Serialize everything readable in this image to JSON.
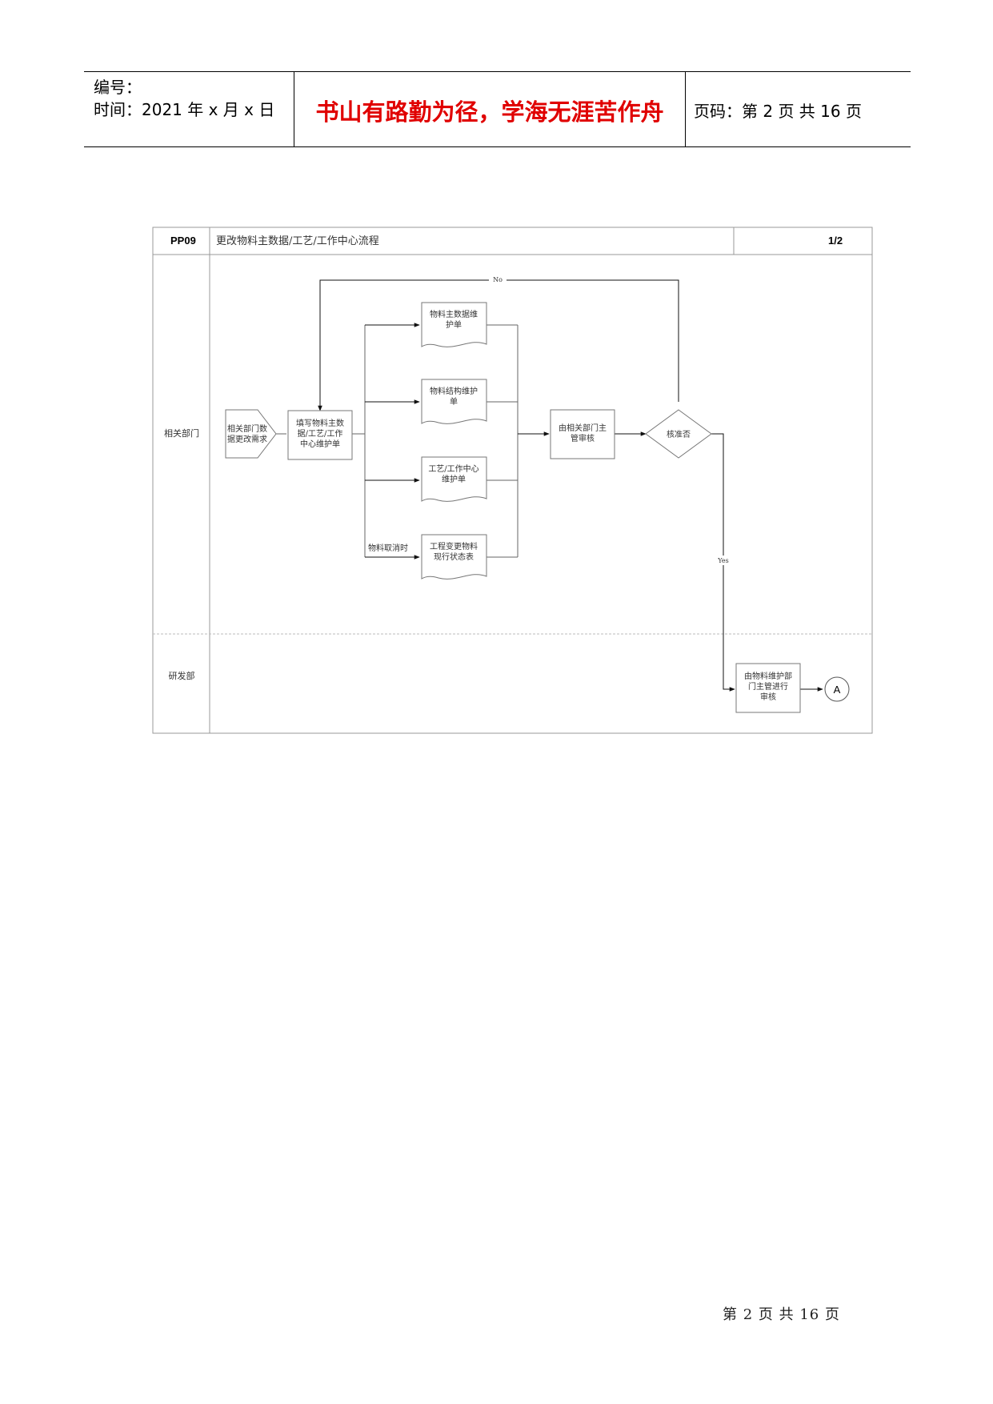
{
  "header": {
    "serial_label": "编号：",
    "date_label": "时间：2021 年 x 月 x 日",
    "motto": "书山有路勤为径，学海无涯苦作舟",
    "page_label": "页码：第 2 页  共 16 页"
  },
  "flowchart": {
    "code": "PP09",
    "title": "更改物料主数据/工艺/工作中心流程",
    "page": "1/2",
    "lanes": [
      "相关部门",
      "研发部"
    ],
    "nodes": {
      "request": [
        "相关部门数",
        "据更改需求"
      ],
      "fill_form": [
        "填写物料主数",
        "据/工艺/工作",
        "中心维护单"
      ],
      "doc_master": [
        "物料主数据维",
        "护单"
      ],
      "doc_bom": [
        "物料结构维护",
        "单"
      ],
      "doc_routing": [
        "工艺/工作中心",
        "维护单"
      ],
      "doc_status": [
        "工程变更物料",
        "现行状态表"
      ],
      "dept_review": [
        "由相关部门主",
        "管审核"
      ],
      "decision": "核准否",
      "rd_review": [
        "由物料维护部",
        "门主管进行",
        "审核"
      ],
      "connector": "A"
    },
    "labels": {
      "no": "No",
      "yes": "Yes",
      "cancel": "物料取消时"
    }
  },
  "footer": {
    "text": "第 2 页 共 16 页"
  }
}
